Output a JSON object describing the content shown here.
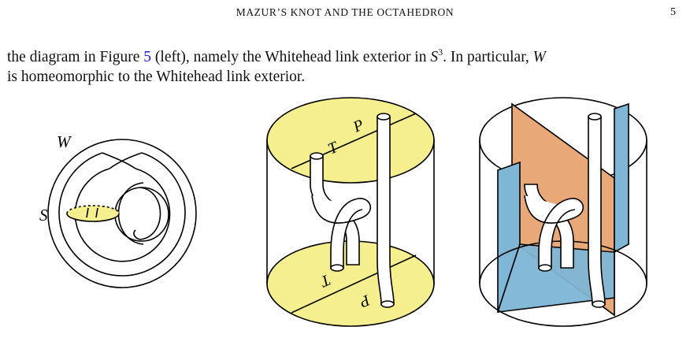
{
  "header": {
    "running_title": "MAZUR’S KNOT AND THE OCTAHEDRON",
    "page_number": "5"
  },
  "paragraph": {
    "l1_a": "the diagram in Figure ",
    "l1_ref": "5",
    "l1_b": " (left), namely the Whitehead link exterior in ",
    "l1_space": "S",
    "l1_exp": "3",
    "l1_c": ". In particular, ",
    "l1_var": "W",
    "l2": "is homeomorphic to the Whitehead link exterior."
  },
  "figure": {
    "label_W": "W",
    "label_S": "S",
    "top_label_1": "P",
    "top_label_2": "T",
    "bottom_label_1": "T",
    "bottom_label_2": "P",
    "colors": {
      "yellow": "#f6ef8f",
      "orange": "#e8a878",
      "blue": "#7fb6d6",
      "ink": "#000000"
    }
  }
}
